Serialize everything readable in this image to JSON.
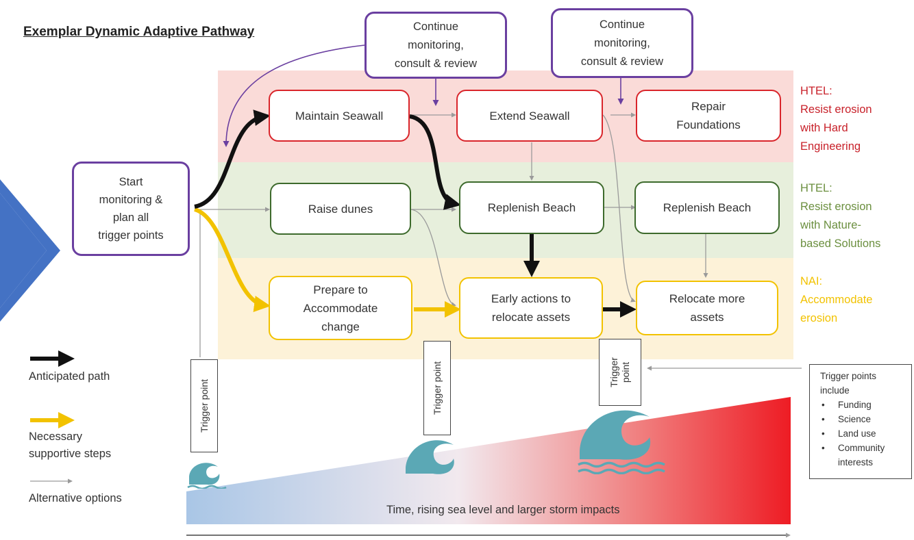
{
  "title": "Exemplar Dynamic Adaptive Pathway",
  "start": "Start\nmonitoring &\nplan all\ntrigger points",
  "review_boxes": [
    "Continue\nmonitoring,\nconsult & review",
    "Continue\nmonitoring,\nconsult & review"
  ],
  "actions": {
    "maintain_seawall": "Maintain Seawall",
    "extend_seawall": "Extend Seawall",
    "repair_foundations": "Repair\nFoundations",
    "raise_dunes": "Raise dunes",
    "replenish_beach_1": "Replenish Beach",
    "replenish_beach_2": "Replenish Beach",
    "prepare_accommodate": "Prepare to\nAccommodate\nchange",
    "early_actions": "Early actions to\nrelocate assets",
    "relocate_more": "Relocate more\nassets"
  },
  "categories": {
    "hard": "HTEL:\nResist erosion\nwith Hard\nEngineering",
    "nature": "HTEL:\nResist erosion\nwith Nature-\nbased Solutions",
    "accommodate": "NAI:\nAccommodate\nerosion"
  },
  "legend": {
    "anticipated": "Anticipated path",
    "supportive": "Necessary\nsupportive steps",
    "alternative": "Alternative options"
  },
  "trigger_labels": [
    "Trigger point",
    "Trigger point",
    "Trigger\npoint"
  ],
  "trigger_note": {
    "heading": "Trigger points\ninclude",
    "items": [
      "Funding",
      "Science",
      "Land use",
      "Community\ninterests"
    ]
  },
  "timeline_label": "Time, rising sea level and larger storm impacts",
  "colors": {
    "red": "#d9252b",
    "green": "#3d6a2c",
    "yellow": "#f2c200",
    "purple": "#6a3fa0",
    "blue_arrow": "#4472c4",
    "wave": "#5ba8b5",
    "hard_text": "#c8212a",
    "nature_text": "#6b8f3f",
    "accommodate_text": "#f2c200"
  }
}
